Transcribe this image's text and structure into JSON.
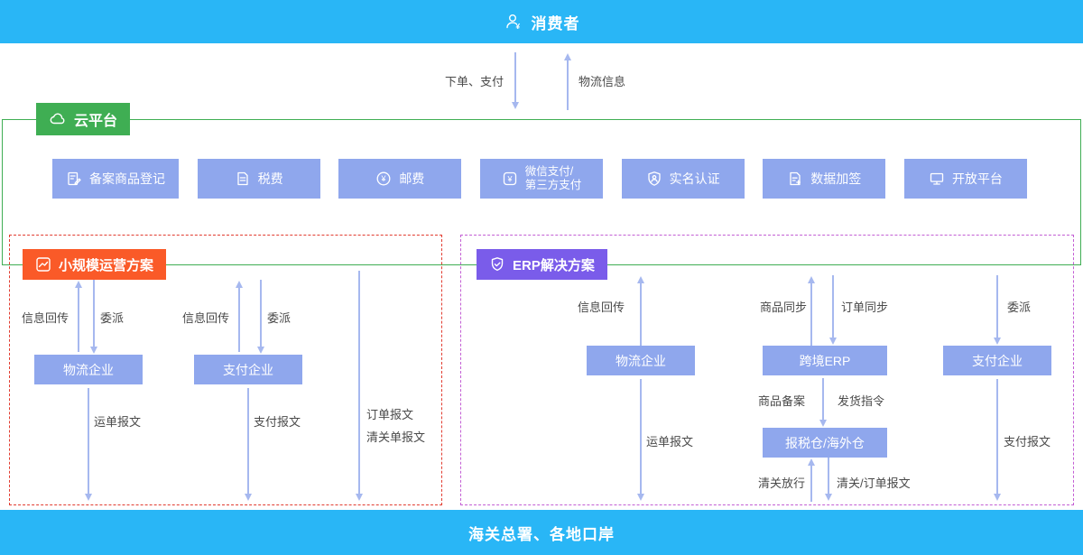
{
  "glyphs": {
    "yen": "¥"
  },
  "header": {
    "title": "消费者"
  },
  "top_flows": {
    "order_pay": "下单、支付",
    "logistics_info": "物流信息"
  },
  "cloud": {
    "label": "云平台",
    "services": [
      {
        "label": "备案商品登记",
        "icon": "doc-edit-icon"
      },
      {
        "label": "税费",
        "icon": "doc-icon"
      },
      {
        "label": "邮费",
        "icon": "yen-circle-icon"
      },
      {
        "label": "微信支付/",
        "label2": "第三方支付",
        "icon": "wallet-yen-icon"
      },
      {
        "label": "实名认证",
        "icon": "shield-user-icon"
      },
      {
        "label": "数据加签",
        "icon": "doc-plus-icon"
      },
      {
        "label": "开放平台",
        "icon": "monitor-icon"
      }
    ]
  },
  "small_scale": {
    "label": "小规模运营方案",
    "logistics": {
      "title": "物流企业",
      "up_label": "信息回传",
      "down_label": "委派",
      "out_label": "运单报文"
    },
    "payment": {
      "title": "支付企业",
      "up_label": "信息回传",
      "down_label": "委派",
      "out_label": "支付报文"
    },
    "order_flow": {
      "line1": "订单报文",
      "line2": "清关单报文"
    }
  },
  "erp": {
    "label": "ERP解决方案",
    "logistics": {
      "title": "物流企业",
      "up_label": "信息回传",
      "out_label": "运单报文"
    },
    "erp_system": {
      "title": "跨境ERP",
      "up_label": "商品同步",
      "down_label": "订单同步"
    },
    "warehouse": {
      "title": "报税仓/海外仓",
      "in_label_left": "商品备案",
      "in_label_right": "发货指令",
      "out_label_left": "清关放行",
      "out_label_right": "清关/订单报文"
    },
    "payment": {
      "title": "支付企业",
      "down_label": "委派",
      "out_label": "支付报文"
    }
  },
  "footer": {
    "title": "海关总署、各地口岸"
  },
  "colors": {
    "bar": "#29b6f6",
    "button": "#8fa7ed",
    "green": "#3fae53",
    "orange": "#fa5a28",
    "purple": "#7a5cea",
    "dashed_red": "#e23c30",
    "dashed_purple": "#c35fd4",
    "arrow": "#a6b8ef"
  }
}
